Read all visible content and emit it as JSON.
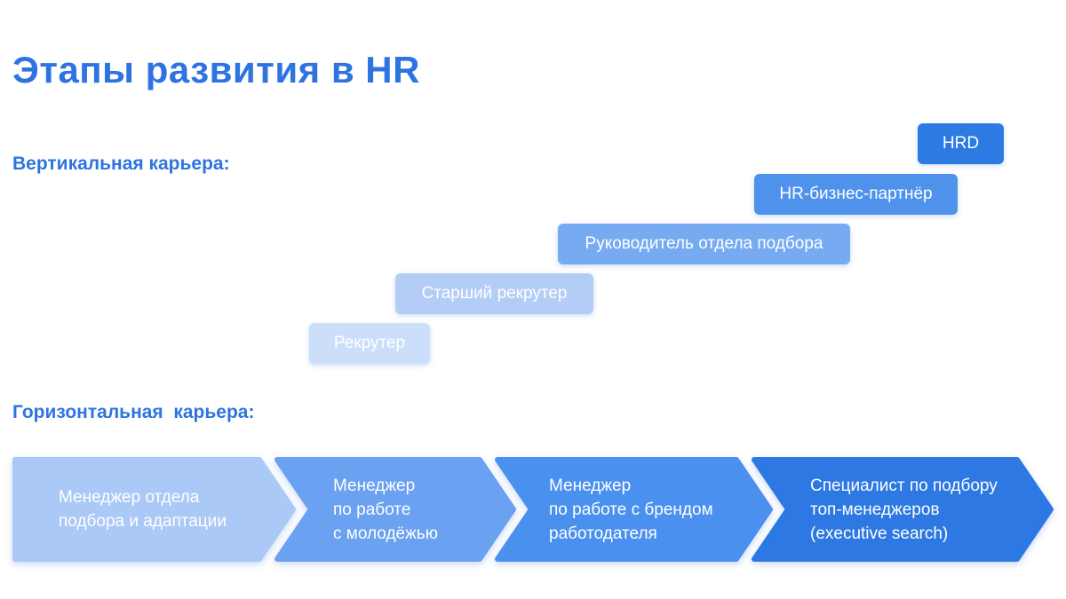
{
  "page": {
    "title": "Этапы развития в HR"
  },
  "colors": {
    "heading": "#2d74e0",
    "text_on_fill": "#ffffff",
    "background": "#ffffff"
  },
  "vertical_career": {
    "label": "Вертикальная карьера:",
    "steps": [
      {
        "label": "Рекрутер",
        "color": "#ccdffa"
      },
      {
        "label": "Старший рекрутер",
        "color": "#b3cdf7"
      },
      {
        "label": "Руководитель отдела подбора",
        "color": "#76abf2"
      },
      {
        "label": "HR-бизнес-партнёр",
        "color": "#4f92ec"
      },
      {
        "label": "HRD",
        "color": "#2d7ae3"
      }
    ]
  },
  "horizontal_career": {
    "label": "Горизонтальная  карьера:",
    "stages": [
      {
        "label": "Менеджер отдела\nподбора и адаптации",
        "color": "#abc9f6"
      },
      {
        "label": "Менеджер\nпо работе\nс молодёжью",
        "color": "#6ba1f1"
      },
      {
        "label": "Менеджер\nпо работе с брендом\nработодателя",
        "color": "#4a90ef"
      },
      {
        "label": "Специалист по подбору\nтоп-менеджеров\n(executive search)",
        "color": "#2d78e2"
      }
    ]
  }
}
